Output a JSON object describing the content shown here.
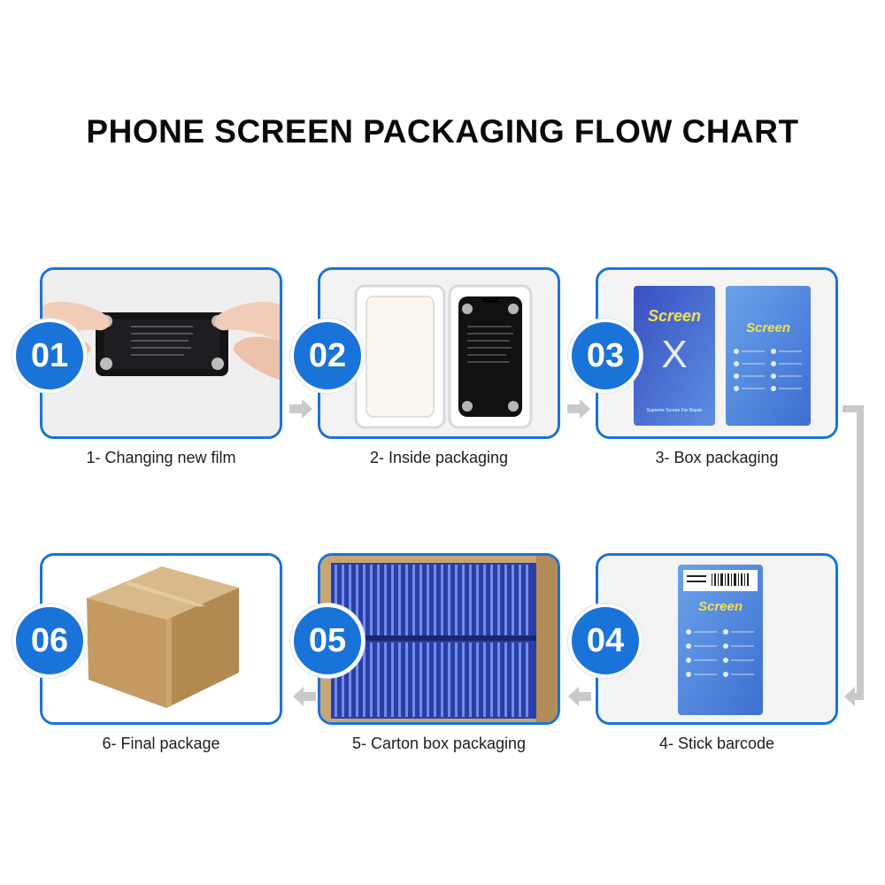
{
  "title": "PHONE SCREEN PACKAGING FLOW CHART",
  "colors": {
    "accent": "#1a73d9",
    "arrow": "#c8c8c8"
  },
  "steps": [
    {
      "number": "01",
      "caption": "1- Changing new film"
    },
    {
      "number": "02",
      "caption": "2- Inside packaging"
    },
    {
      "number": "03",
      "caption": "3- Box packaging",
      "box_brand": "Screen",
      "box_model": "X",
      "box_tagline": "Supreme Screen For Repair"
    },
    {
      "number": "04",
      "caption": "4- Stick barcode",
      "box_brand": "Screen"
    },
    {
      "number": "05",
      "caption": "5- Carton box packaging"
    },
    {
      "number": "06",
      "caption": "6- Final package"
    }
  ]
}
